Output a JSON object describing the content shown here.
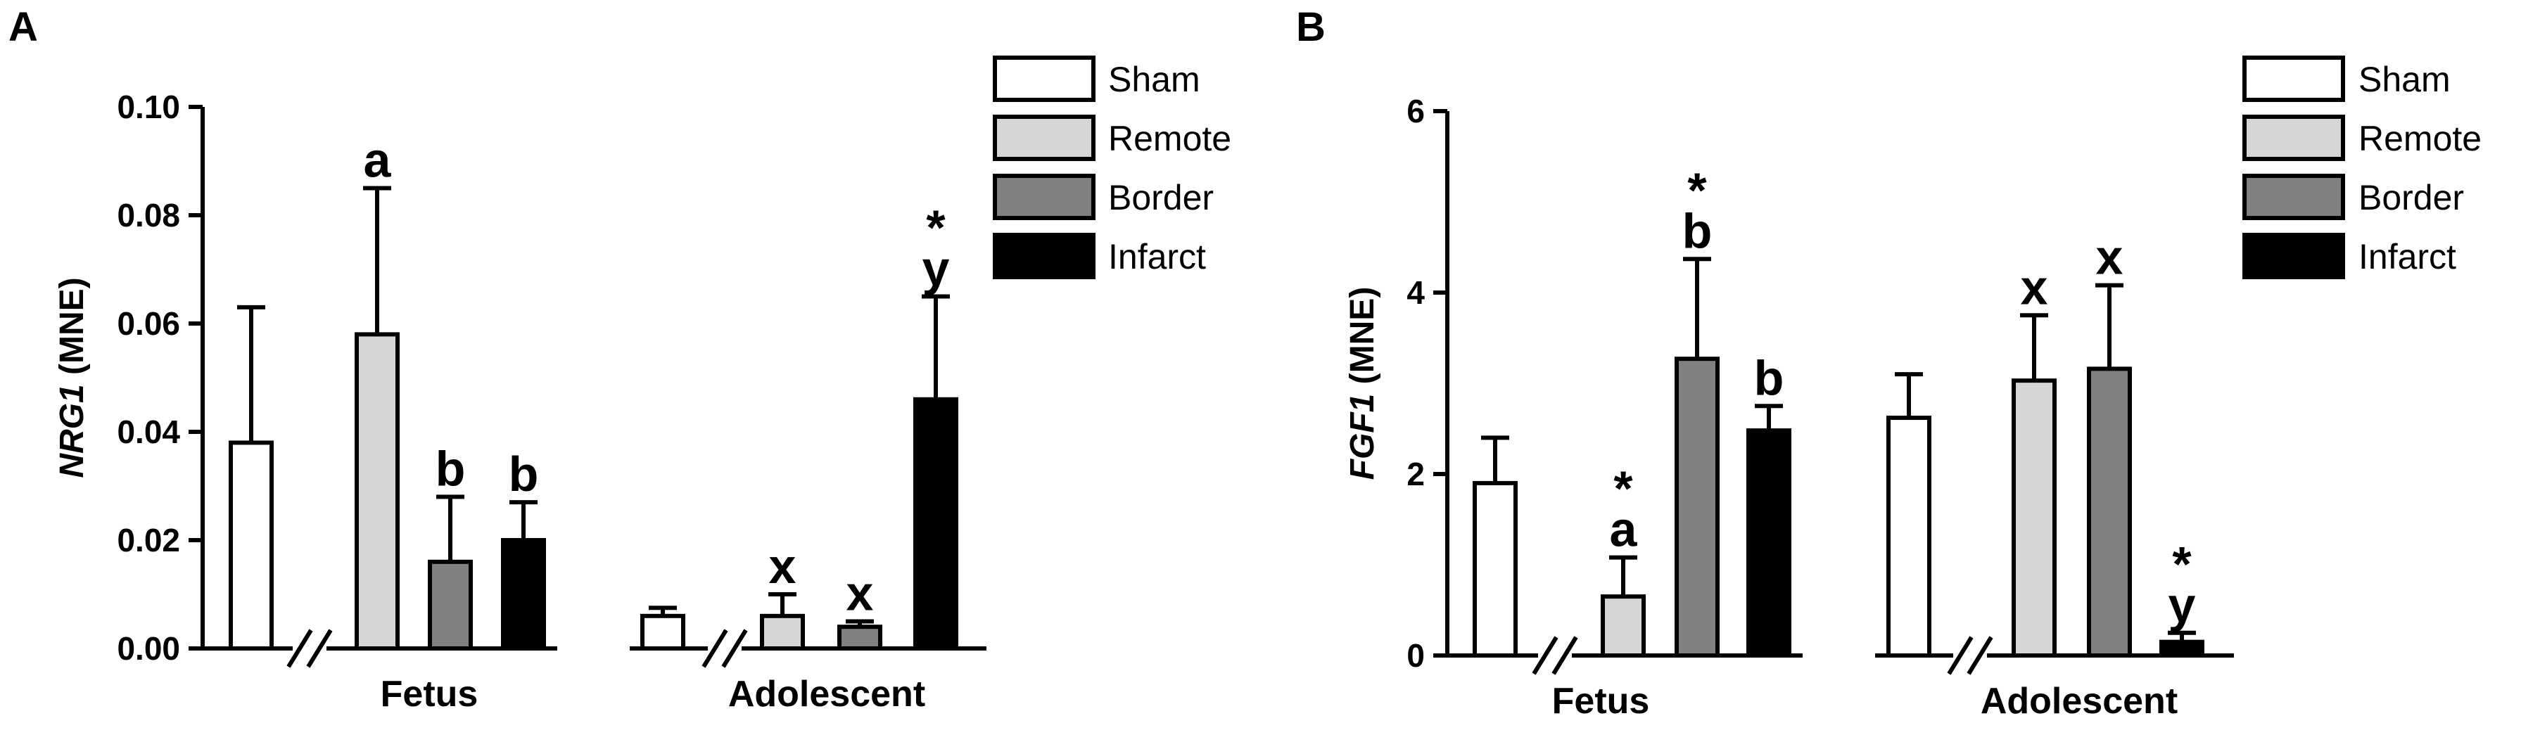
{
  "panels": [
    {
      "label": "A",
      "legend": [
        {
          "name": "Sham",
          "color": "#ffffff"
        },
        {
          "name": "Remote",
          "color": "#d6d6d6"
        },
        {
          "name": "Border",
          "color": "#808080"
        },
        {
          "name": "Infarct",
          "color": "#000000"
        }
      ]
    },
    {
      "label": "B",
      "legend": [
        {
          "name": "Sham",
          "color": "#ffffff"
        },
        {
          "name": "Remote",
          "color": "#d6d6d6"
        },
        {
          "name": "Border",
          "color": "#808080"
        },
        {
          "name": "Infarct",
          "color": "#000000"
        }
      ]
    }
  ],
  "chart_data": [
    {
      "type": "bar",
      "ylabel_italic": "NRG1",
      "ylabel_rest": " (MNE)",
      "ylim": [
        0,
        0.1
      ],
      "yticks": [
        "0.00",
        "0.02",
        "0.04",
        "0.06",
        "0.08",
        "0.10"
      ],
      "ytick_values": [
        0,
        0.02,
        0.04,
        0.06,
        0.08,
        0.1
      ],
      "grid": false,
      "categories": [
        "Fetus",
        "Adolescent"
      ],
      "series": [
        {
          "name": "Sham",
          "color": "#ffffff",
          "values": [
            0.038,
            0.006
          ],
          "errors": [
            0.025,
            0.0015
          ],
          "annotations": [
            "",
            ""
          ]
        },
        {
          "name": "Remote",
          "color": "#d6d6d6",
          "values": [
            0.058,
            0.006
          ],
          "errors": [
            0.027,
            0.004
          ],
          "annotations": [
            "a",
            "x"
          ]
        },
        {
          "name": "Border",
          "color": "#808080",
          "values": [
            0.016,
            0.004
          ],
          "errors": [
            0.012,
            0.001
          ],
          "annotations": [
            "b",
            "x"
          ]
        },
        {
          "name": "Infarct",
          "color": "#000000",
          "values": [
            0.02,
            0.046
          ],
          "errors": [
            0.007,
            0.019
          ],
          "annotations": [
            "b",
            "*\ny"
          ]
        }
      ]
    },
    {
      "type": "bar",
      "ylabel_italic": "FGF1",
      "ylabel_rest": " (MNE)",
      "ylim": [
        0,
        6
      ],
      "yticks": [
        "0",
        "2",
        "4",
        "6"
      ],
      "ytick_values": [
        0,
        2,
        4,
        6
      ],
      "grid": false,
      "categories": [
        "Fetus",
        "Adolescent"
      ],
      "series": [
        {
          "name": "Sham",
          "color": "#ffffff",
          "values": [
            1.9,
            2.62
          ],
          "errors": [
            0.5,
            0.48
          ],
          "annotations": [
            "",
            ""
          ]
        },
        {
          "name": "Remote",
          "color": "#d6d6d6",
          "values": [
            0.65,
            3.03
          ],
          "errors": [
            0.43,
            0.72
          ],
          "annotations": [
            "*\na",
            "x"
          ]
        },
        {
          "name": "Border",
          "color": "#808080",
          "values": [
            3.27,
            3.16
          ],
          "errors": [
            1.1,
            0.92
          ],
          "annotations": [
            "*\nb",
            "x"
          ]
        },
        {
          "name": "Infarct",
          "color": "#000000",
          "values": [
            2.48,
            0.15
          ],
          "errors": [
            0.27,
            0.1
          ],
          "annotations": [
            "b",
            "*\ny"
          ]
        }
      ]
    }
  ]
}
